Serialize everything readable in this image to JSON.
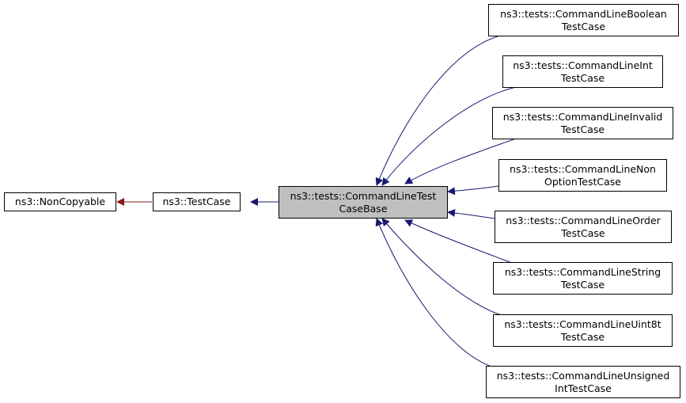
{
  "colors": {
    "inheritance_edge": "#191970",
    "usage_edge": "#8b1a1a",
    "focus_fill": "#bfbfbf",
    "node_border": "#000000"
  },
  "nodes": {
    "noncopyable": {
      "lines": [
        "ns3::NonCopyable"
      ]
    },
    "testcase": {
      "lines": [
        "ns3::TestCase"
      ]
    },
    "base": {
      "lines": [
        "ns3::tests::CommandLineTest",
        "CaseBase"
      ]
    },
    "boolean": {
      "lines": [
        "ns3::tests::CommandLineBoolean",
        "TestCase"
      ]
    },
    "int": {
      "lines": [
        "ns3::tests::CommandLineInt",
        "TestCase"
      ]
    },
    "invalid": {
      "lines": [
        "ns3::tests::CommandLineInvalid",
        "TestCase"
      ]
    },
    "nonoption": {
      "lines": [
        "ns3::tests::CommandLineNon",
        "OptionTestCase"
      ]
    },
    "order": {
      "lines": [
        "ns3::tests::CommandLineOrder",
        "TestCase"
      ]
    },
    "string": {
      "lines": [
        "ns3::tests::CommandLineString",
        "TestCase"
      ]
    },
    "uint8t": {
      "lines": [
        "ns3::tests::CommandLineUint8t",
        "TestCase"
      ]
    },
    "unsignedint": {
      "lines": [
        "ns3::tests::CommandLineUnsigned",
        "IntTestCase"
      ]
    }
  }
}
